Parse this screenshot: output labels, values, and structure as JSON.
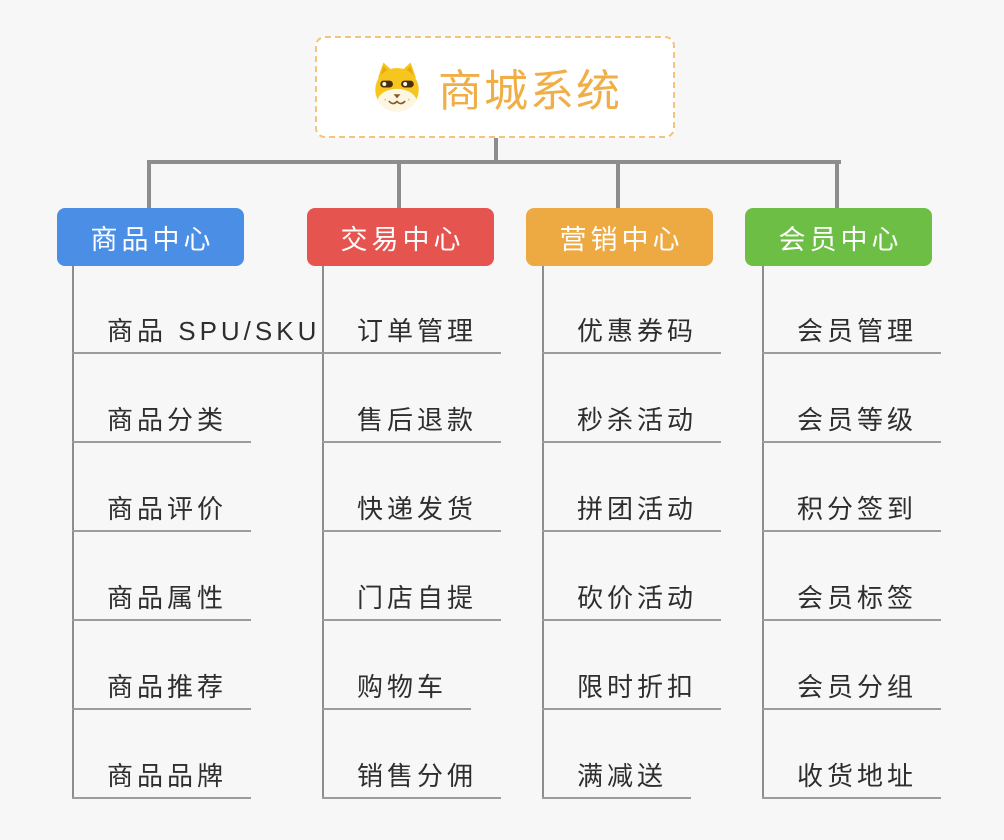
{
  "root": {
    "title": "商城系统",
    "icon": "dog-face-icon",
    "accent_color": "#f0ae47",
    "border_color": "#f3c57c"
  },
  "branches": [
    {
      "label": "商品中心",
      "color": "#4a8ee6",
      "children": [
        "商品 SPU/SKU",
        "商品分类",
        "商品评价",
        "商品属性",
        "商品推荐",
        "商品品牌"
      ]
    },
    {
      "label": "交易中心",
      "color": "#e65450",
      "children": [
        "订单管理",
        "售后退款",
        "快递发货",
        "门店自提",
        "购物车",
        "销售分佣"
      ]
    },
    {
      "label": "营销中心",
      "color": "#eda942",
      "children": [
        "优惠券码",
        "秒杀活动",
        "拼团活动",
        "砍价活动",
        "限时折扣",
        "满减送"
      ]
    },
    {
      "label": "会员中心",
      "color": "#6dbe45",
      "children": [
        "会员管理",
        "会员等级",
        "积分签到",
        "会员标签",
        "会员分组",
        "收货地址"
      ]
    }
  ]
}
